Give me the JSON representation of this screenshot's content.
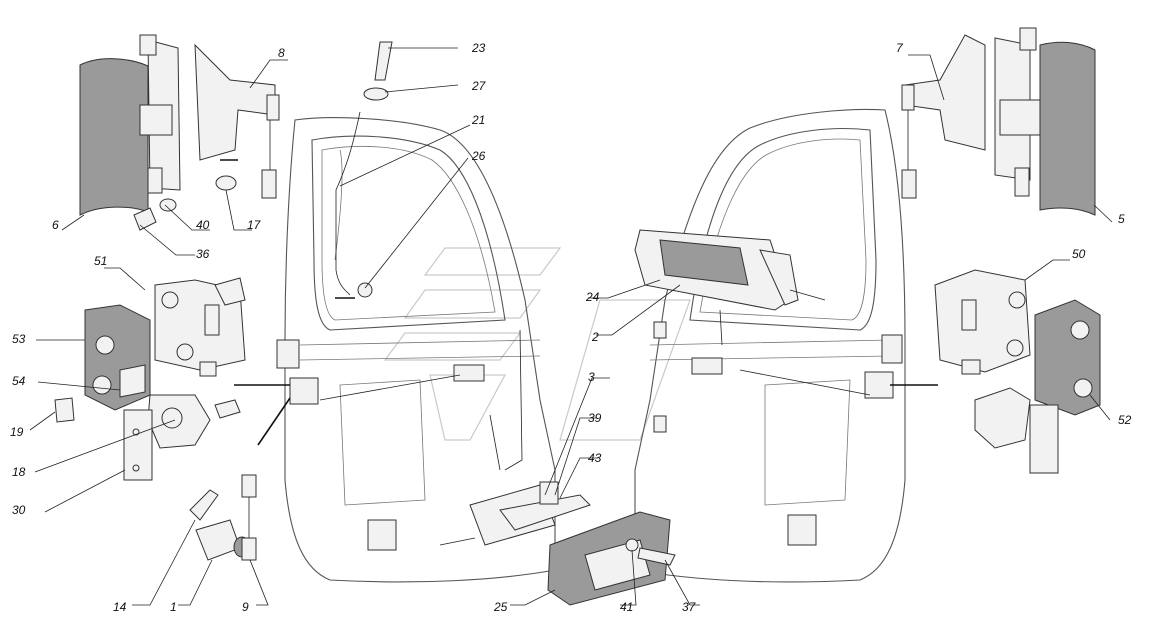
{
  "callouts": [
    "23",
    "27",
    "21",
    "26",
    "8",
    "6",
    "40",
    "17",
    "36",
    "7",
    "5",
    "50",
    "51",
    "53",
    "54",
    "19",
    "18",
    "30",
    "14",
    "1",
    "9",
    "24",
    "2",
    "3",
    "39",
    "43",
    "25",
    "41",
    "37",
    "52"
  ]
}
